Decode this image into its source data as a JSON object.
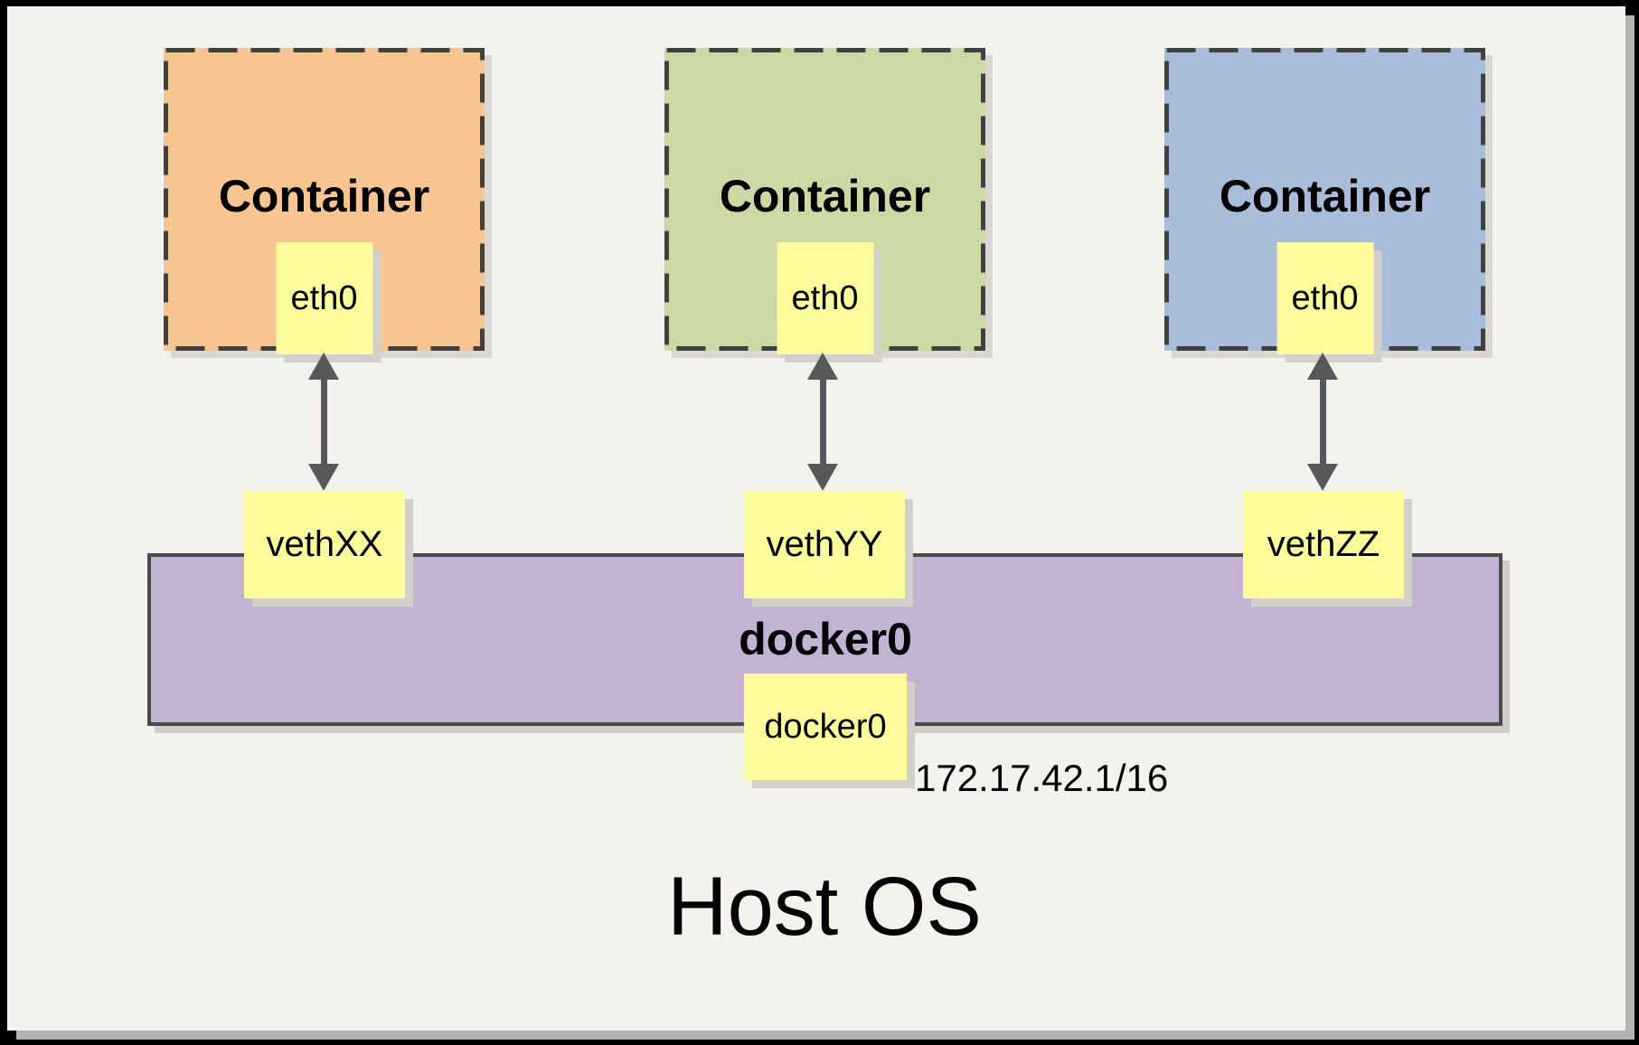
{
  "containers": [
    {
      "label": "Container",
      "interface": "eth0",
      "veth": "vethXX",
      "fill": "#f7c591"
    },
    {
      "label": "Container",
      "interface": "eth0",
      "veth": "vethYY",
      "fill": "#ccd9a5"
    },
    {
      "label": "Container",
      "interface": "eth0",
      "veth": "vethZZ",
      "fill": "#a9bddb"
    }
  ],
  "bridge": {
    "label": "docker0",
    "interface_label": "docker0",
    "ip": "172.17.42.1/16",
    "fill": "#c4b2d2"
  },
  "host": {
    "label": "Host OS"
  },
  "colors": {
    "canvas_frame": "#000000",
    "panel_background": "#f4f2ec",
    "note_yellow": "#fdfc9d",
    "arrow_gray": "#57585a",
    "dashed_border": "#3f4040",
    "bridge_border": "#4a4a4a",
    "shadow_gray": "#d2d0c9"
  }
}
